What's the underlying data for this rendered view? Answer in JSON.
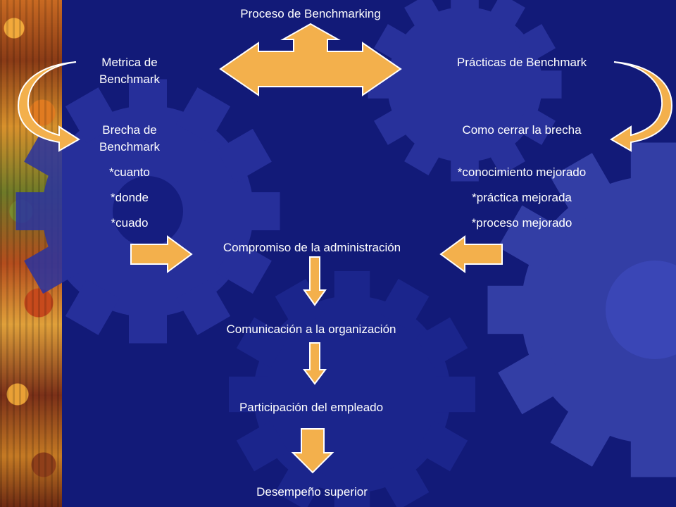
{
  "title": "Proceso de Benchmarking",
  "left_column": {
    "metric": [
      "Metrica de",
      "Benchmark"
    ],
    "gap": [
      "Brecha de",
      "Benchmark"
    ],
    "items": [
      "*cuanto",
      "*donde",
      "*cuado"
    ]
  },
  "right_column": {
    "practices": "Prácticas de Benchmark",
    "close_gap": "Como cerrar la brecha",
    "items": [
      "*conocimiento mejorado",
      "*práctica mejorada",
      "*proceso mejorado"
    ]
  },
  "flow": [
    "Compromiso de la administración",
    "Comunicación a la organización",
    "Participación del empleado",
    "Desempeño superior"
  ],
  "colors": {
    "background": "#121a78",
    "gear": "#2a35a0",
    "arrow_fill": "#f3b04c",
    "arrow_stroke": "#ffffff",
    "text": "#ffffff"
  }
}
